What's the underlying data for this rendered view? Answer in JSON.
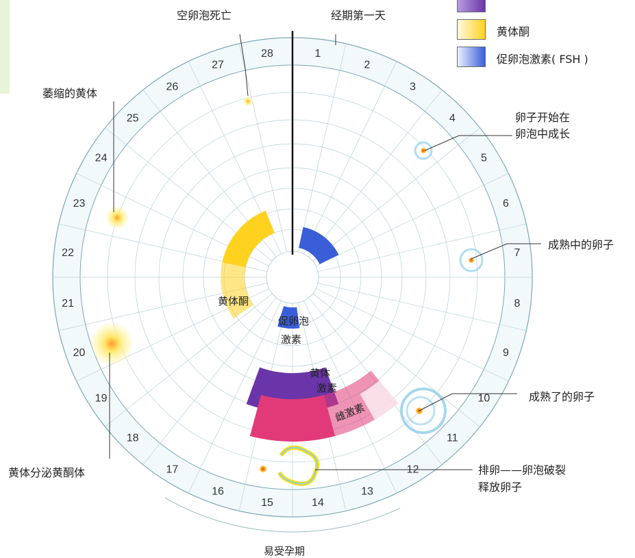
{
  "legend": [
    {
      "label": "",
      "color_from": "#b89be0",
      "color_to": "#6a35a8"
    },
    {
      "label": "黄体酮",
      "color_from": "#fffbe0",
      "color_to": "#ffd21f"
    },
    {
      "label": "促卵泡激素( FSH )",
      "color_from": "#ecf0ff",
      "color_to": "#3a5ed8"
    }
  ],
  "annotations": {
    "empty_follicle_dies": "空卵泡死亡",
    "first_day_of_period": "经期第一天",
    "shrinking_corpus_luteum": "萎缩的黄体",
    "egg_grows_line1": "卵子开始在",
    "egg_grows_line2": "卵泡中成长",
    "maturing_egg": "成熟中的卵子",
    "mature_egg": "成熟了的卵子",
    "ovulation_line1": "排卵——卵泡破裂",
    "ovulation_line2": "释放卵子",
    "corpus_luteum_secretes": "黄体分泌黄酮体",
    "fertile_period": "易受孕期",
    "ring_progesterone": "黄体酮",
    "ring_fsh_line1": "促卵泡",
    "ring_fsh_line2": "激素",
    "ring_lh_line1": "黄体",
    "ring_lh_line2": "激素",
    "ring_estrogen": "雌激素"
  },
  "cycle_days": [
    "1",
    "2",
    "3",
    "4",
    "5",
    "6",
    "7",
    "8",
    "9",
    "10",
    "11",
    "12",
    "13",
    "14",
    "15",
    "16",
    "17",
    "18",
    "19",
    "20",
    "21",
    "22",
    "23",
    "24",
    "25",
    "26",
    "27",
    "28"
  ],
  "colors": {
    "ring_fill": "#f2f9fb",
    "outline": "#7aa6b3",
    "grid": "#b9cfd6",
    "progesterone": "#ffd21f",
    "fsh": "#3a5ed8",
    "lh": "#6a35a8",
    "estrogen": "#e23a78",
    "follicle": "#8ecdea",
    "corpus_luteum": "#ffe000"
  }
}
